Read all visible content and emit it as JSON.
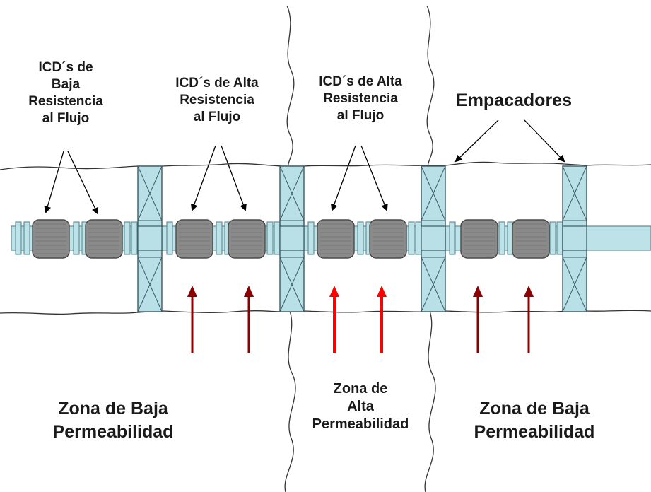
{
  "labels": {
    "icd_baja": [
      "ICD´s de",
      "Baja",
      "Resistencia",
      "al Flujo"
    ],
    "icd_alta_1": [
      "ICD´s de Alta",
      "Resistencia",
      "al Flujo"
    ],
    "icd_alta_2": [
      "ICD´s de Alta",
      "Resistencia",
      "al Flujo"
    ],
    "empacadores": "Empacadores",
    "zona_baja_left": [
      "Zona de Baja",
      "Permeabilidad"
    ],
    "zona_alta": [
      "Zona de",
      "Alta",
      "Permeabilidad"
    ],
    "zona_baja_right": [
      "Zona de Baja",
      "Permeabilidad"
    ]
  },
  "colors": {
    "pipe_fill": "#bde3e8",
    "pipe_stroke": "#5e8a94",
    "icd_fill": "#8a8a8a",
    "icd_stroke": "#4a4a4a",
    "packer_fill": "#b9e0e6",
    "packer_stroke": "#3a5b64",
    "arrow_low": "#8b0000",
    "arrow_high": "#ff0000",
    "wall_line": "#333333",
    "text": "#1a1a1a"
  },
  "icons": {
    "packer": "packer-x-icon",
    "icd": "icd-screen-icon",
    "flow_arrow": "flow-arrow-icon"
  }
}
